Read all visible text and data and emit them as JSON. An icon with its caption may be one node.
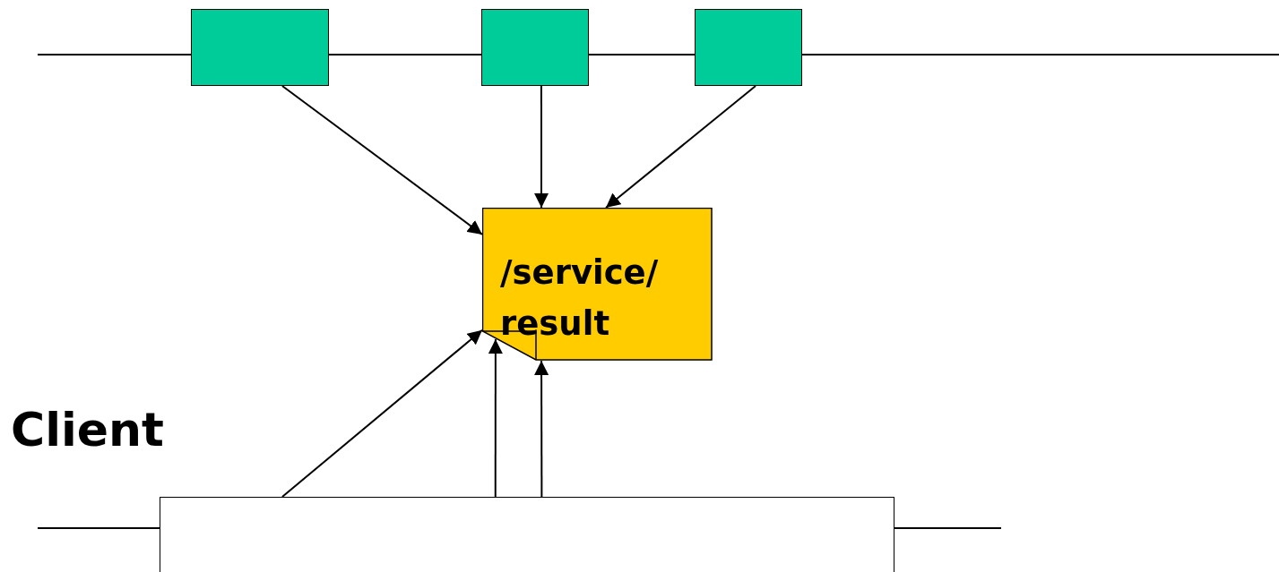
{
  "diagram": {
    "nodes": [
      {
        "text": [],
        "shape": "box"
      },
      {
        "text": [],
        "shape": "box"
      },
      {
        "text": [],
        "shape": "box"
      },
      {
        "text": [
          "/service/ result"
        ]
      },
      {
        "text": [],
        "shape": "box"
      }
    ],
    "edges": [
      {
        "from": null,
        "to": 0,
        "arrow": "none"
      },
      {
        "from": 0,
        "to": 1,
        "arrow": "none"
      },
      {
        "from": 1,
        "to": 2,
        "arrow": "none"
      },
      {
        "from": 2,
        "to": null,
        "arrow": "none"
      },
      {
        "from": 0,
        "to": 3,
        "arrow": "to"
      },
      {
        "from": 1,
        "to": 3,
        "arrow": "to"
      },
      {
        "from": 2,
        "to": 3,
        "arrow": "to"
      },
      {
        "from": 4,
        "to": 3,
        "arrow": "to"
      },
      {
        "from": 4,
        "to": 3,
        "arrow": "to"
      },
      {
        "from": 4,
        "to": 3,
        "arrow": "to"
      },
      {
        "from": null,
        "to": 4,
        "arrow": "none"
      },
      {
        "from": 4,
        "to": null,
        "arrow": "none"
      }
    ],
    "labels": [
      "Client"
    ]
  }
}
